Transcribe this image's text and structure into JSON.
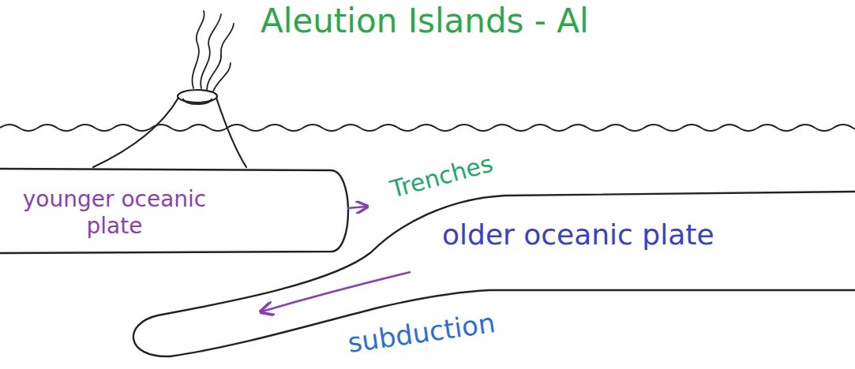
{
  "diagram": {
    "title": "Aleution Islands - Al",
    "labels": [
      "younger oceanic plate",
      "Trenches",
      "older oceanic plate",
      "subduction"
    ]
  }
}
